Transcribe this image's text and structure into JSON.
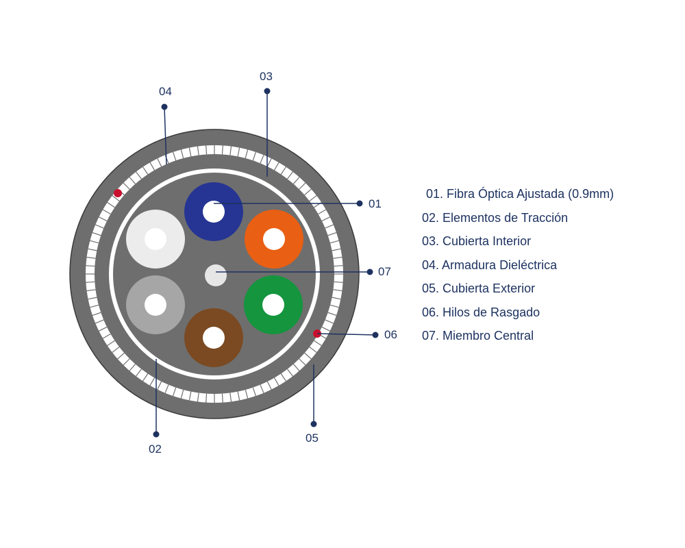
{
  "callouts": [
    {
      "id": "01",
      "label": "01"
    },
    {
      "id": "02",
      "label": "02"
    },
    {
      "id": "03",
      "label": "03"
    },
    {
      "id": "04",
      "label": "04"
    },
    {
      "id": "05",
      "label": "05"
    },
    {
      "id": "06",
      "label": "06"
    },
    {
      "id": "07",
      "label": "07"
    }
  ],
  "legend": [
    "01. Fibra Óptica Ajustada (0.9mm)",
    "02. Elementos de Tracción",
    "03. Cubierta Interior",
    "04. Armadura Dieléctrica",
    "05. Cubierta Exterior",
    "06. Hilos de Rasgado",
    "07. Miembro Central"
  ],
  "fibers": [
    {
      "name": "blue",
      "color": "#263593"
    },
    {
      "name": "orange",
      "color": "#e95f13"
    },
    {
      "name": "green",
      "color": "#14953e"
    },
    {
      "name": "brown",
      "color": "#7b4a22"
    },
    {
      "name": "gray",
      "color": "#a6a6a6"
    },
    {
      "name": "white",
      "color": "#ececec"
    }
  ],
  "colors": {
    "outer_jacket": "#6e6e6e",
    "inner_fill": "#6e6e6e",
    "armor_band": "#ffffff",
    "armor_segment": "#6e6e6e",
    "central_member": "#e6e6e6",
    "ripcord": "#c8102e",
    "leader_line": "#1d3260"
  }
}
